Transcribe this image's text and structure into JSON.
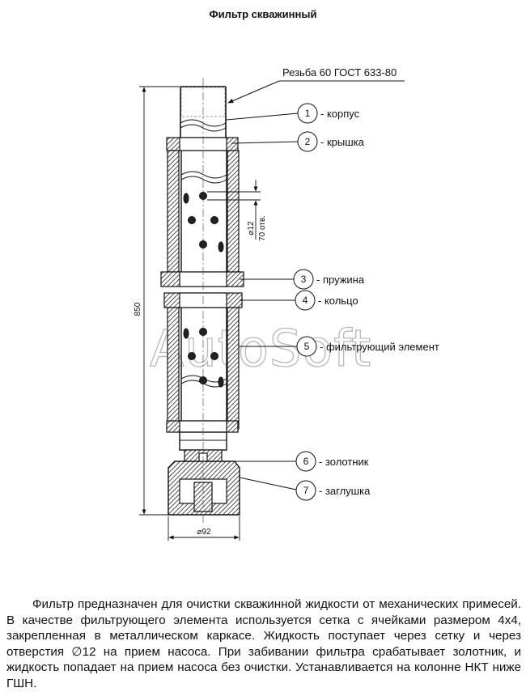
{
  "title": "Фильтр скважинный",
  "thread_note": "Резьба 60 ГОСТ 633-80",
  "parts": [
    {
      "number": "1",
      "label": "- корпус"
    },
    {
      "number": "2",
      "label": "- крышка"
    },
    {
      "number": "3",
      "label": "- пружина"
    },
    {
      "number": "4",
      "label": "- кольцо"
    },
    {
      "number": "5",
      "label": "- фильтрующий элемент"
    },
    {
      "number": "6",
      "label": "- золотник"
    },
    {
      "number": "7",
      "label": "- заглушка"
    }
  ],
  "dimensions": {
    "length": "850",
    "diameter": "⌀92",
    "hole": "⌀12",
    "hole_count": "70 отв."
  },
  "watermark": "AutoSoft",
  "description": "Фильтр предназначен для очистки скважинной жидкости от механических примесей. В качестве фильтрующего элемента используется сетка с ячейками размером 4х4, закрепленная в металлическом каркасе. Жидкость поступает через сетку и через отверстия ∅12 на прием насоса. При забивании фильтра срабатывает золотник, и жидкость попадает на прием насоса без очистки. Устанавливается на колонне НКТ ниже ГШН."
}
